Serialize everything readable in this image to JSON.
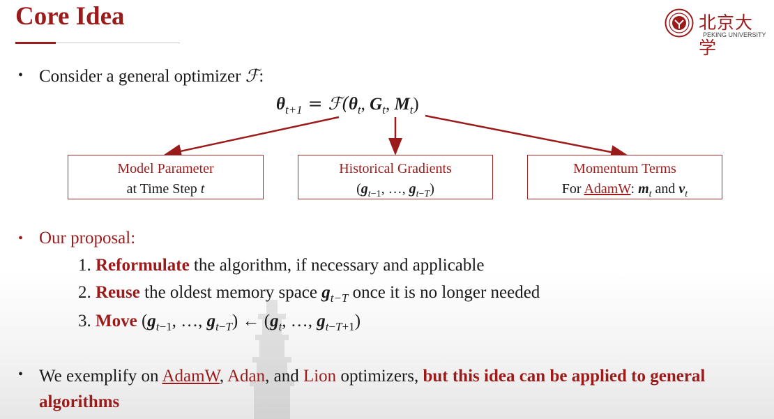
{
  "title": "Core Idea",
  "logo": {
    "name_cn": "北京大学",
    "name_en": "PEKING UNIVERSITY"
  },
  "bullet1": {
    "text": "Consider a general optimizer ",
    "symbol": "ℱ",
    "after": ":"
  },
  "equation": {
    "lhs": "θ",
    "lhs_sub": "t+1",
    "eq": " = ℱ(",
    "a": "θ",
    "a_sub": "t",
    "b": "G",
    "b_sub": "t",
    "c": "M",
    "c_sub": "t",
    "close": ")"
  },
  "boxes": [
    {
      "line1": "Model Parameter",
      "line2_text": "at Time Step ",
      "line2_var": "t"
    },
    {
      "line1": "Historical Gradients",
      "line2": "(g_{t-1}, …, g_{t-T})"
    },
    {
      "line1": "Momentum Terms",
      "line2_prefix": "For ",
      "line2_link": "AdamW",
      "line2_mid": ": ",
      "m": "m",
      "and": " and ",
      "v": "v",
      "sub": "t"
    }
  ],
  "proposal": {
    "label": "Our proposal:",
    "steps": [
      {
        "num": "1. ",
        "kw": "Reformulate",
        "rest": " the algorithm, if necessary and applicable"
      },
      {
        "num": "2. ",
        "kw": "Reuse",
        "rest": " the oldest memory space ",
        "var": "g",
        "sub": "t−T",
        "tail": " once it is no longer needed"
      },
      {
        "num": "3. ",
        "kw": "Move"
      }
    ]
  },
  "last_bullet": {
    "p1": "We exemplify on ",
    "adamw": "AdamW",
    "c1": ", ",
    "adan": "Adan",
    "c2": ", and ",
    "lion": "Lion",
    "p2": " optimizers, ",
    "emph": "but this idea can be applied to general algorithms"
  },
  "colors": {
    "accent": "#9b1b1b",
    "box_border": "#a52a2a"
  }
}
